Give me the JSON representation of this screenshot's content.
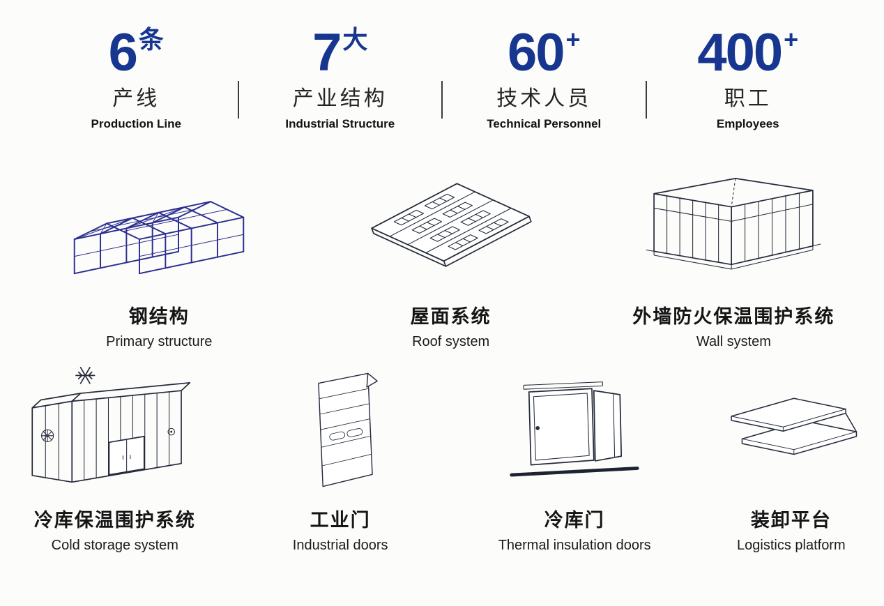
{
  "colors": {
    "accent_blue": "#17368f",
    "drawing_blue": "#2c2f8e",
    "drawing_ink": "#252b3a",
    "text_ink": "#1c1c1c",
    "background": "#fcfcfb"
  },
  "stats": [
    {
      "number": "6",
      "suffix": "条",
      "label_zh": "产线",
      "label_en": "Production Line"
    },
    {
      "number": "7",
      "suffix": "大",
      "label_zh": "产业结构",
      "label_en": "Industrial Structure"
    },
    {
      "number": "60",
      "suffix": "+",
      "label_zh": "技术人员",
      "label_en": "Technical Personnel"
    },
    {
      "number": "400",
      "suffix": "+",
      "label_zh": "职工",
      "label_en": "Employees"
    }
  ],
  "products": [
    {
      "label_zh": "钢结构",
      "label_en": "Primary structure",
      "icon": "steel-structure-icon"
    },
    {
      "label_zh": "屋面系统",
      "label_en": "Roof system",
      "icon": "roof-system-icon"
    },
    {
      "label_zh": "外墙防火保温围护系统",
      "label_en": "Wall system",
      "icon": "wall-system-icon"
    },
    {
      "label_zh": "冷库保温围护系统",
      "label_en": "Cold storage system",
      "icon": "cold-storage-icon"
    },
    {
      "label_zh": "工业门",
      "label_en": "Industrial doors",
      "icon": "industrial-door-icon"
    },
    {
      "label_zh": "冷库门",
      "label_en": "Thermal insulation doors",
      "icon": "thermal-insulation-door-icon"
    },
    {
      "label_zh": "装卸平台",
      "label_en": "Logistics platform",
      "icon": "logistics-platform-icon"
    }
  ]
}
